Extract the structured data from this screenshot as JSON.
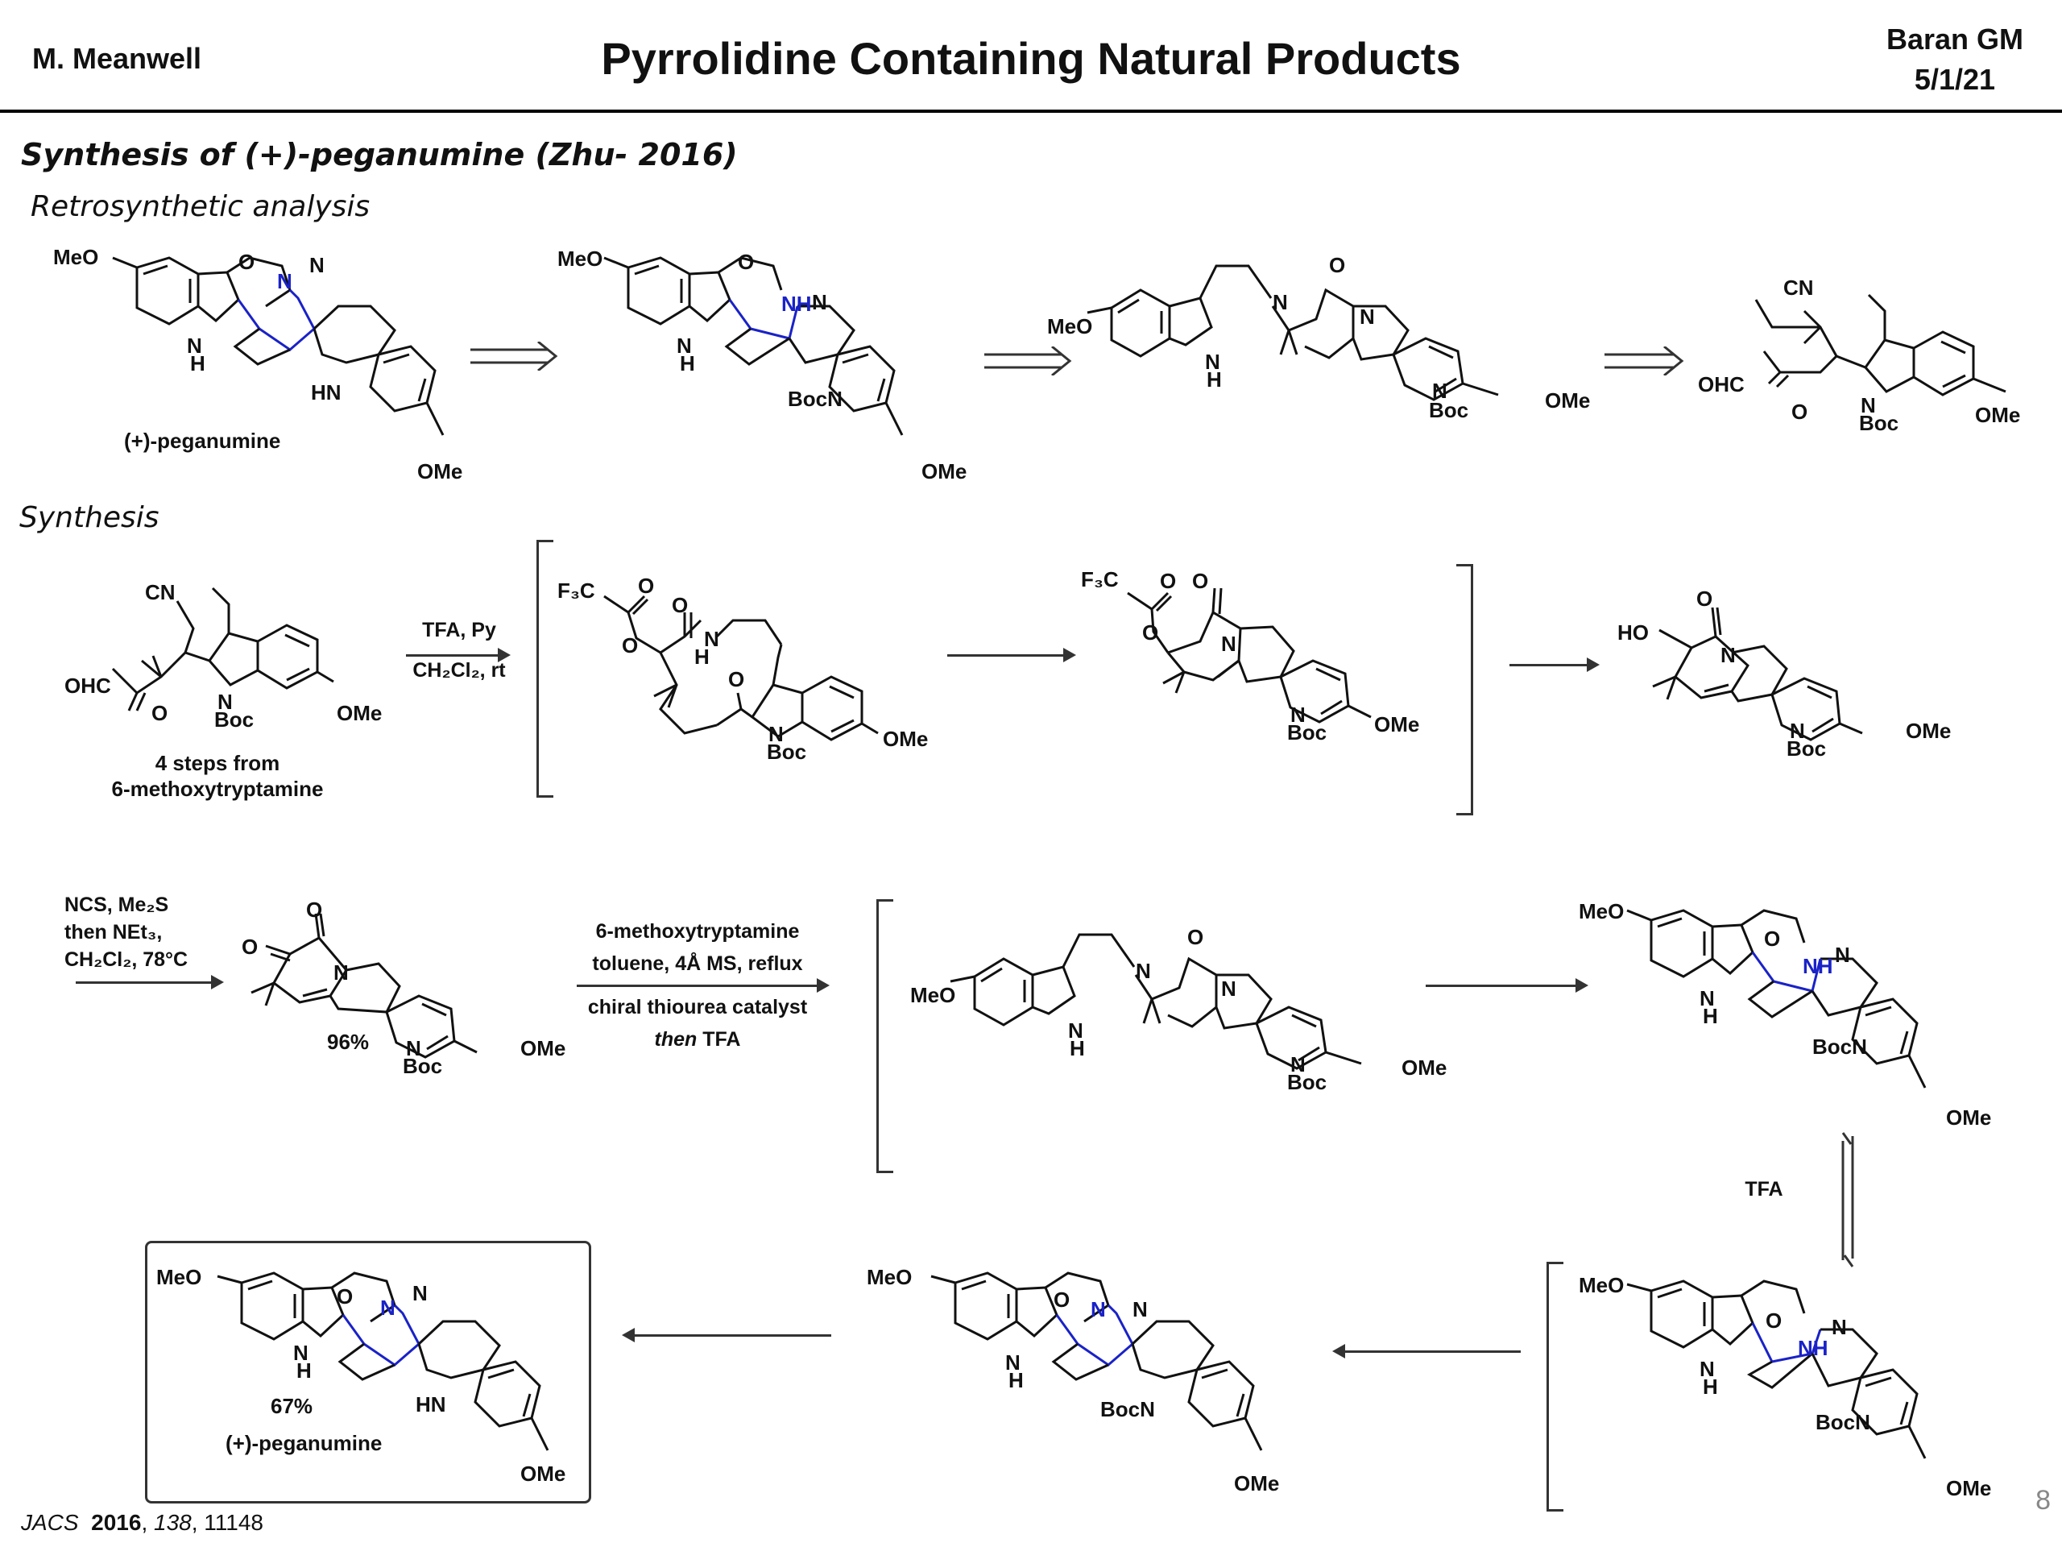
{
  "header": {
    "author": "M. Meanwell",
    "title": "Pyrrolidine Containing Natural Products",
    "group": "Baran GM",
    "date": "5/1/21"
  },
  "section": {
    "title": "Synthesis of (+)-peganumine (Zhu- 2016)",
    "retro_heading": "Retrosynthetic analysis",
    "synthesis_heading": "Synthesis"
  },
  "atoms": {
    "MeO": "MeO",
    "OMe": "OMe",
    "O": "O",
    "N": "N",
    "NH": "NH",
    "H": "H",
    "HN": "HN",
    "Boc": "Boc",
    "BocN": "BocN",
    "CN": "CN",
    "OHC": "OHC",
    "HO": "HO",
    "F3C": "F₃C"
  },
  "labels": {
    "peganumine": "(+)-peganumine",
    "steps": "4 steps from",
    "steps_from": "6-methoxytryptamine",
    "yield_96": "96%",
    "yield_67": "67%"
  },
  "conditions": {
    "step1_line1": "TFA, Py",
    "step1_line2": "CH₂Cl₂, rt",
    "step2_line1": "NCS, Me₂S",
    "step2_line2": "then NEt₃,",
    "step2_line3": "CH₂Cl₂, 78°C",
    "step3_line1": "6-methoxytryptamine",
    "step3_line2": "toluene, 4Å MS, reflux",
    "step3_line3": "chiral thiourea catalyst",
    "step3_line4_italic": "then",
    "step3_line4": " TFA",
    "step4": "TFA"
  },
  "citation": {
    "journal": "JACS",
    "year": "2016",
    "volume": "138",
    "pages": ", 11148"
  },
  "page_number": "8"
}
